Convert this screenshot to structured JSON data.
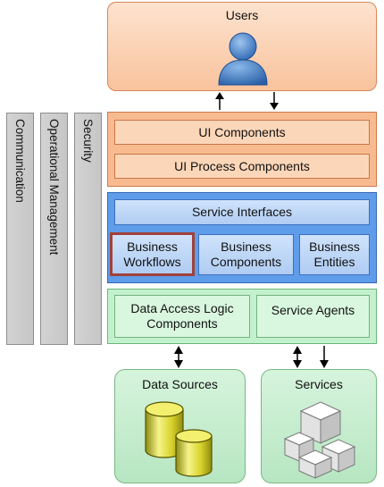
{
  "users": {
    "label": "Users"
  },
  "cross_cutting": [
    {
      "label": "Communication"
    },
    {
      "label": "Operational Management"
    },
    {
      "label": "Security"
    }
  ],
  "presentation": {
    "ui_components": "UI Components",
    "ui_process_components": "UI Process Components"
  },
  "business": {
    "service_interfaces": "Service Interfaces",
    "business_workflows": "Business Workflows",
    "business_components": "Business Components",
    "business_entities": "Business Entities"
  },
  "data": {
    "data_access_logic_components": "Data Access Logic Components",
    "service_agents": "Service Agents"
  },
  "data_sources": {
    "label": "Data Sources"
  },
  "services": {
    "label": "Services"
  },
  "icons": {
    "users": "user-icon",
    "data_sources": "database-icon",
    "services": "cubes-icon"
  }
}
